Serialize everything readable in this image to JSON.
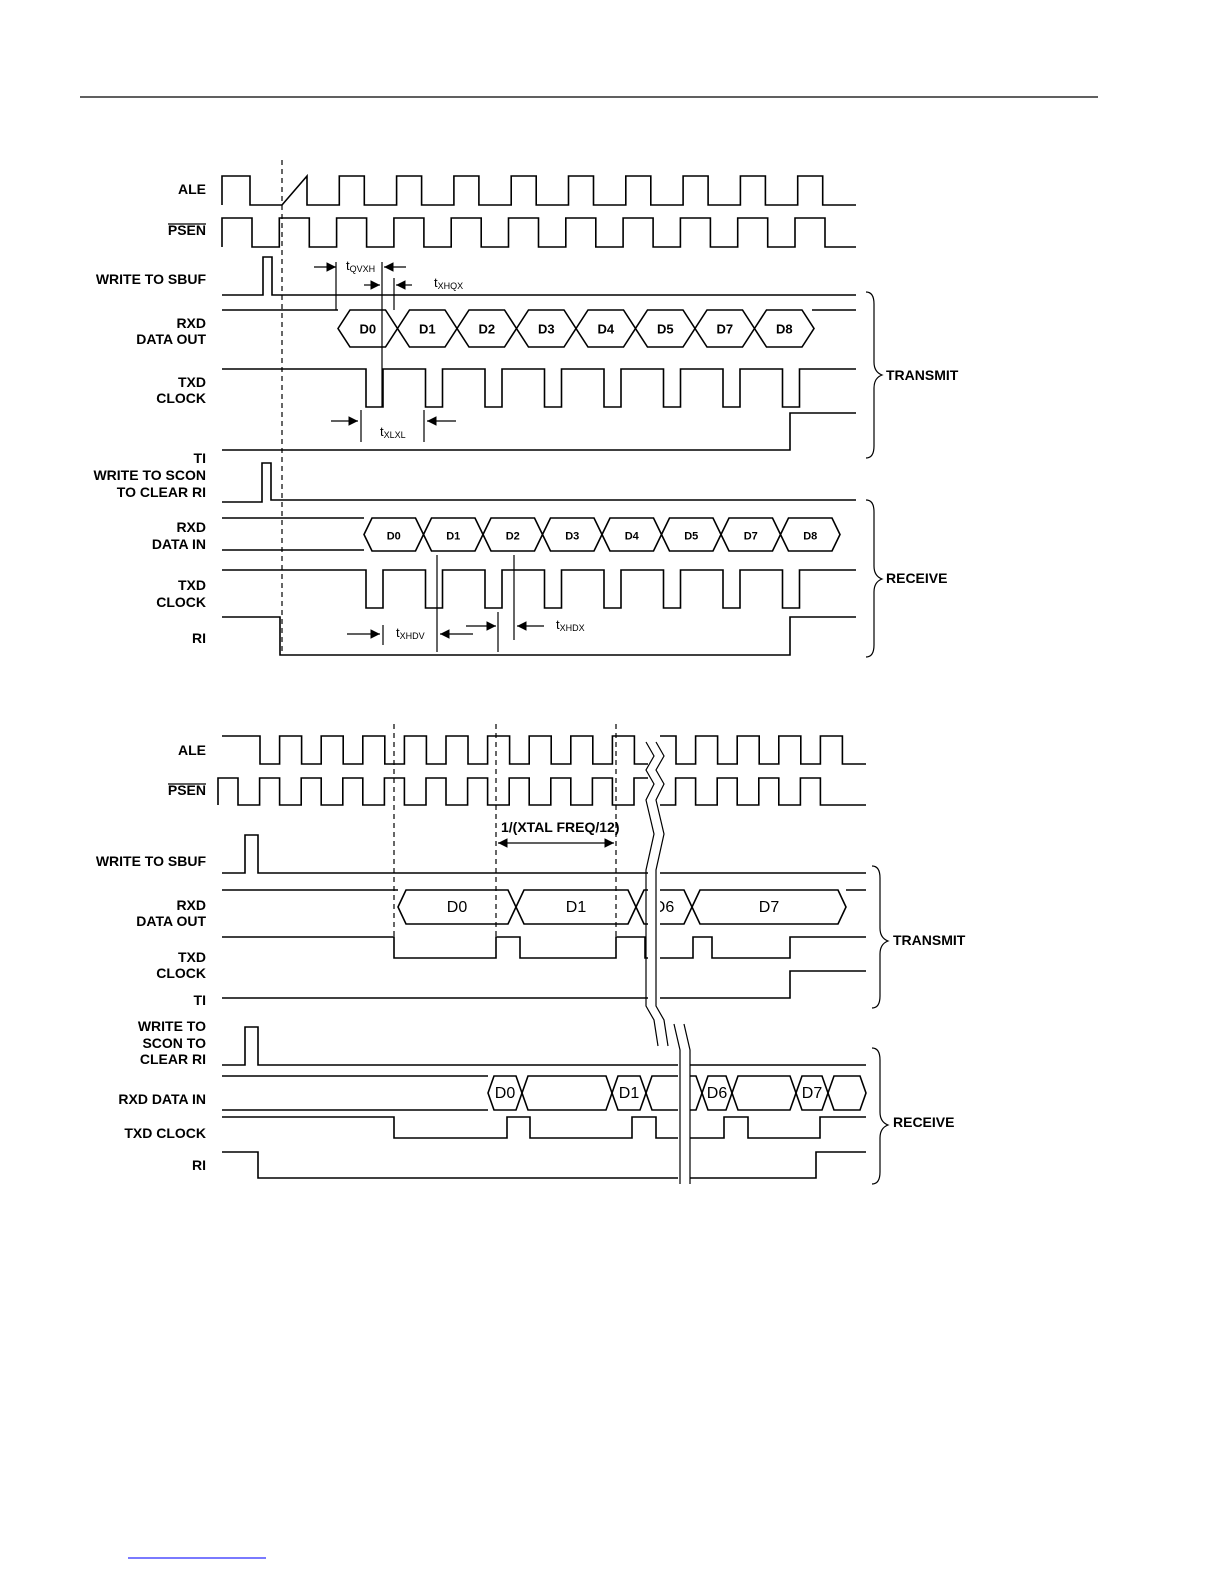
{
  "upper": {
    "signals": {
      "ale": "ALE",
      "psen": "PSEN",
      "write_sbuf": "WRITE TO SBUF",
      "rxd_out_1": "RXD",
      "rxd_out_2": "DATA OUT",
      "txd_clk_1": "TXD",
      "txd_clk_2": "CLOCK",
      "ti": "TI",
      "write_scon_1": "WRITE TO SCON",
      "write_scon_2": "TO CLEAR RI",
      "rxd_in_1": "RXD",
      "rxd_in_2": "DATA IN",
      "rtxd_clk_1": "TXD",
      "rtxd_clk_2": "CLOCK",
      "ri": "RI"
    },
    "tx_bits": [
      "D0",
      "D1",
      "D2",
      "D3",
      "D4",
      "D5",
      "D7",
      "D8"
    ],
    "rx_bits": [
      "D0",
      "D1",
      "D2",
      "D3",
      "D4",
      "D5",
      "D7",
      "D8"
    ],
    "timing": {
      "tqvxh_main": "t",
      "tqvxh_sub": "QVXH",
      "txhqx_main": "t",
      "txhqx_sub": "XHQX",
      "txlxl_main": "t",
      "txlxl_sub": "XLXL",
      "txhdv_main": "t",
      "txhdv_sub": "XHDV",
      "txhdx_main": "t",
      "txhdx_sub": "XHDX"
    },
    "groups": {
      "transmit": "TRANSMIT",
      "receive": "RECEIVE"
    }
  },
  "lower": {
    "signals": {
      "ale": "ALE",
      "psen": "PSEN",
      "write_sbuf": "WRITE TO SBUF",
      "rxd_out_1": "RXD",
      "rxd_out_2": "DATA OUT",
      "txd_clk_1": "TXD",
      "txd_clk_2": "CLOCK",
      "ti": "TI",
      "write_scon_1": "WRITE TO",
      "write_scon_2": "SCON TO",
      "write_scon_3": "CLEAR RI",
      "rxd_in": "RXD DATA IN",
      "txd_clock": "TXD CLOCK",
      "ri": "RI"
    },
    "tx_bits": [
      "D0",
      "D1",
      "D6",
      "D7"
    ],
    "rx_bits": [
      "D0",
      "D1",
      "D6",
      "D7"
    ],
    "period_note": "1/(XTAL FREQ/12)",
    "groups": {
      "transmit": "TRANSMIT",
      "receive": "RECEIVE"
    }
  }
}
